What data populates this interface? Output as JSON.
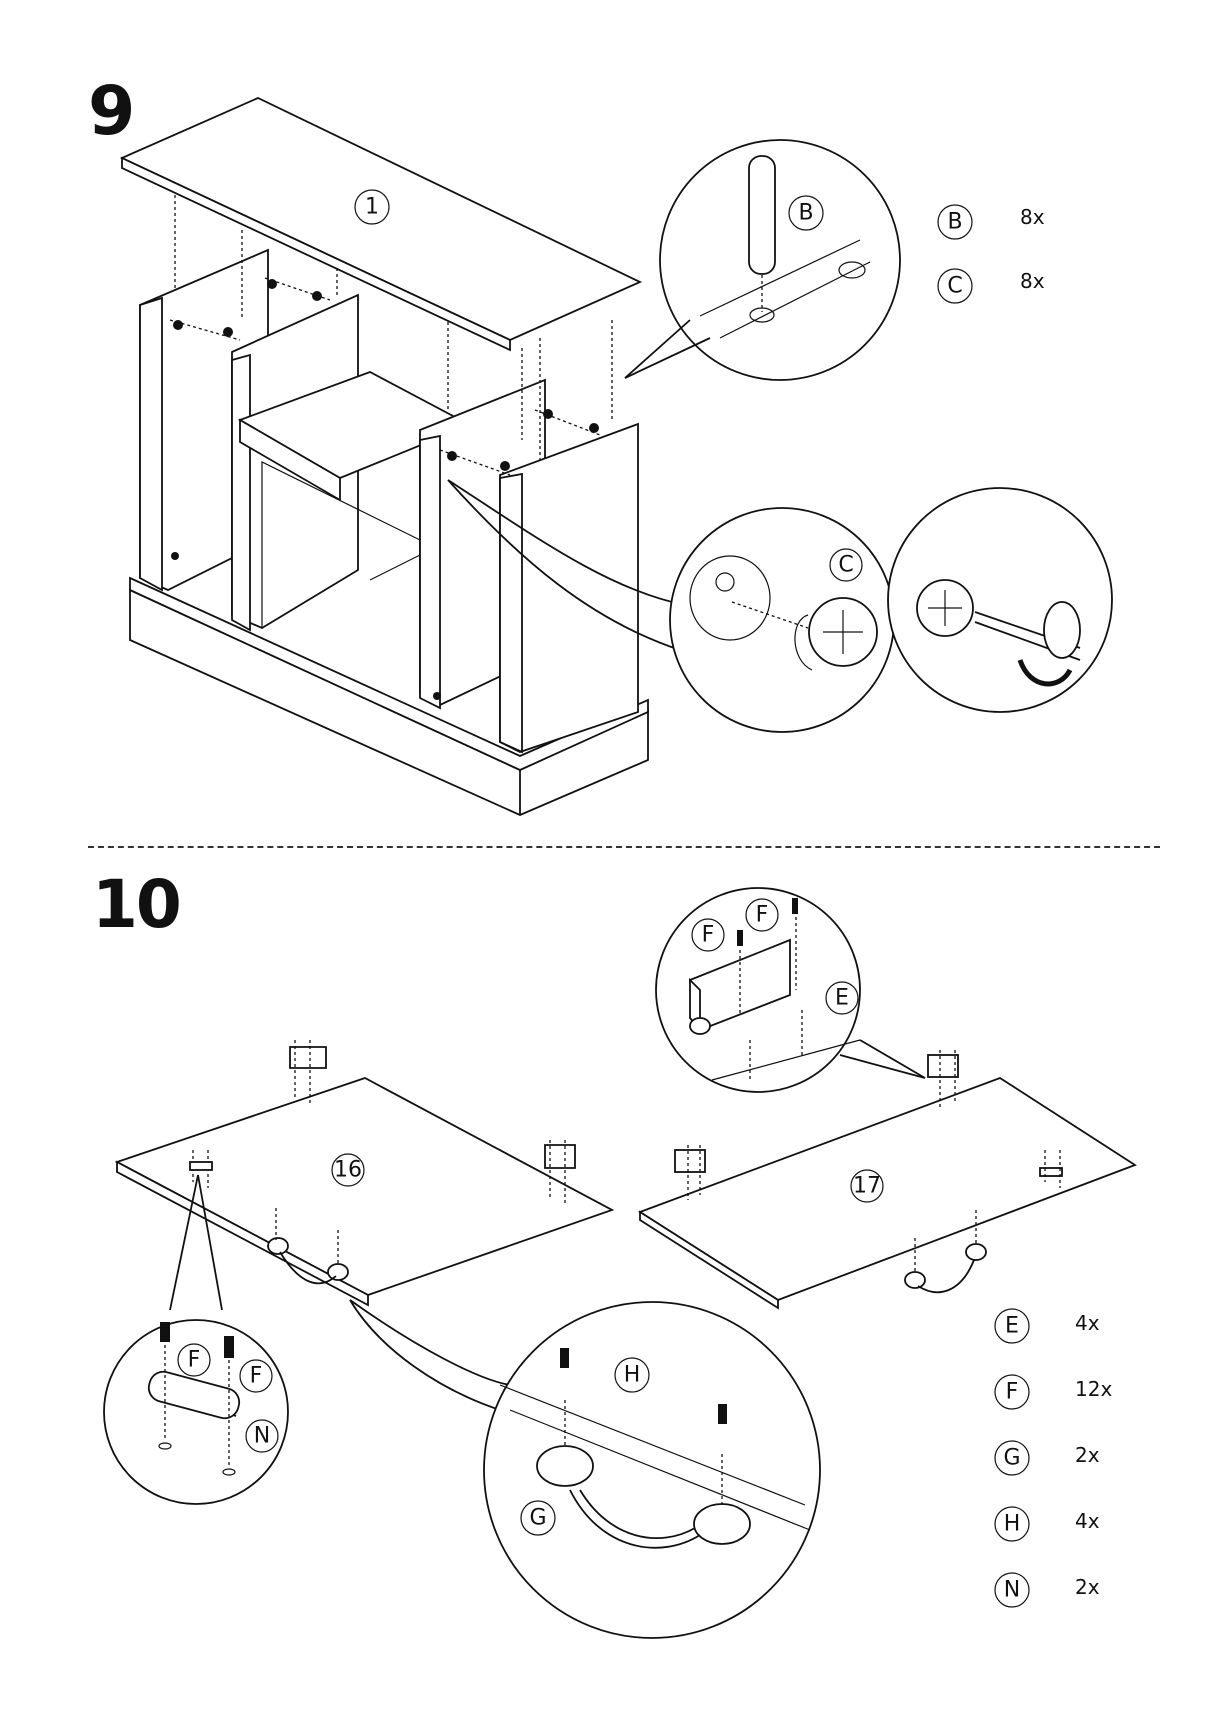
{
  "steps": [
    {
      "number": "9",
      "panel_label": "1",
      "detail_labels": [
        "B",
        "C"
      ],
      "parts": [
        {
          "letter": "B",
          "qty": "8x"
        },
        {
          "letter": "C",
          "qty": "8x"
        }
      ]
    },
    {
      "number": "10",
      "panel_labels": [
        "16",
        "17"
      ],
      "detail_hinge_labels": [
        "F",
        "F",
        "E"
      ],
      "detail_plate_labels": [
        "F",
        "F",
        "N"
      ],
      "detail_handle_labels": [
        "H",
        "G"
      ],
      "parts": [
        {
          "letter": "E",
          "qty": "4x"
        },
        {
          "letter": "F",
          "qty": "12x"
        },
        {
          "letter": "G",
          "qty": "2x"
        },
        {
          "letter": "H",
          "qty": "4x"
        },
        {
          "letter": "N",
          "qty": "2x"
        }
      ]
    }
  ]
}
